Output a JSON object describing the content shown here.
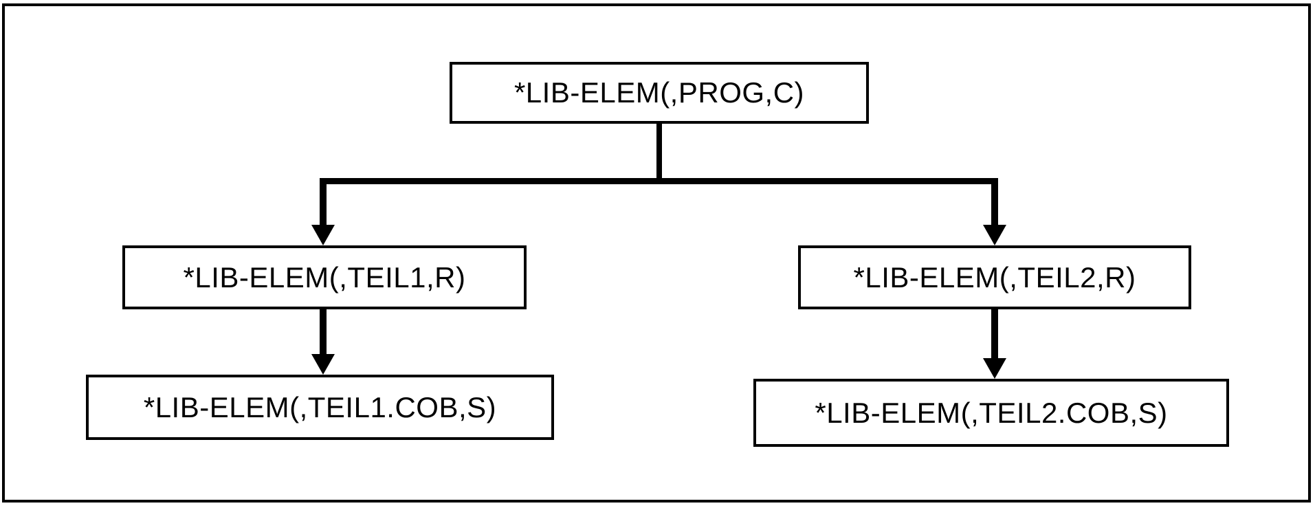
{
  "diagram": {
    "type": "tree",
    "colors": {
      "background": "#ffffff",
      "line": "#000000",
      "box_border": "#000000",
      "text": "#000000"
    },
    "nodes": [
      {
        "id": "root",
        "level": 1,
        "label": "*LIB-ELEM(,PROG,C)"
      },
      {
        "id": "child-1",
        "level": 2,
        "label": "*LIB-ELEM(,TEIL1,R)"
      },
      {
        "id": "child-2",
        "level": 2,
        "label": "*LIB-ELEM(,TEIL2,R)"
      },
      {
        "id": "leaf-1",
        "level": 3,
        "label": "*LIB-ELEM(,TEIL1.COB,S)"
      },
      {
        "id": "leaf-2",
        "level": 3,
        "label": "*LIB-ELEM(,TEIL2.COB,S)"
      }
    ],
    "edges": [
      {
        "from": "root",
        "to": "child-1",
        "arrow": "down"
      },
      {
        "from": "root",
        "to": "child-2",
        "arrow": "down"
      },
      {
        "from": "child-1",
        "to": "leaf-1",
        "arrow": "down"
      },
      {
        "from": "child-2",
        "to": "leaf-2",
        "arrow": "down"
      }
    ]
  }
}
